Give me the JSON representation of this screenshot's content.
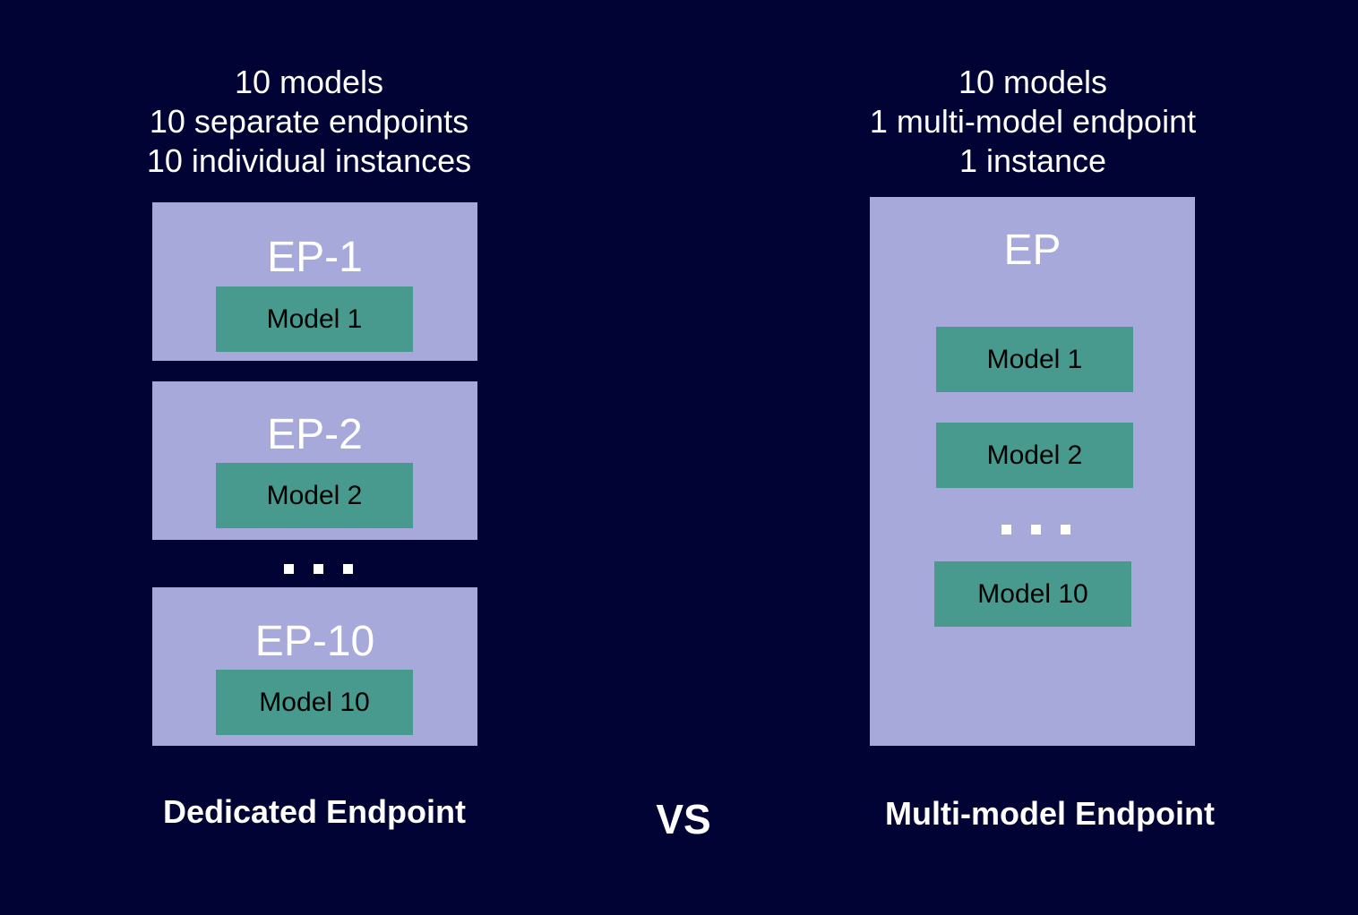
{
  "left": {
    "caption_lines": [
      "10 models",
      "10 separate endpoints",
      "10 individual instances"
    ],
    "endpoints": [
      {
        "label": "EP-1",
        "model": "Model 1"
      },
      {
        "label": "EP-2",
        "model": "Model 2"
      },
      {
        "label": "EP-10",
        "model": "Model 10"
      }
    ],
    "footer": "Dedicated Endpoint"
  },
  "right": {
    "caption_lines": [
      "10 models",
      "1 multi-model endpoint",
      "1 instance"
    ],
    "endpoint_label": "EP",
    "models": [
      "Model 1",
      "Model 2",
      "Model 10"
    ],
    "footer": "Multi-model Endpoint"
  },
  "vs_label": "VS",
  "colors": {
    "background": "#000333",
    "endpoint_box": "#a8a9db",
    "model_box": "#489a8e",
    "text_light": "#ffffff",
    "text_dark": "#000000"
  }
}
